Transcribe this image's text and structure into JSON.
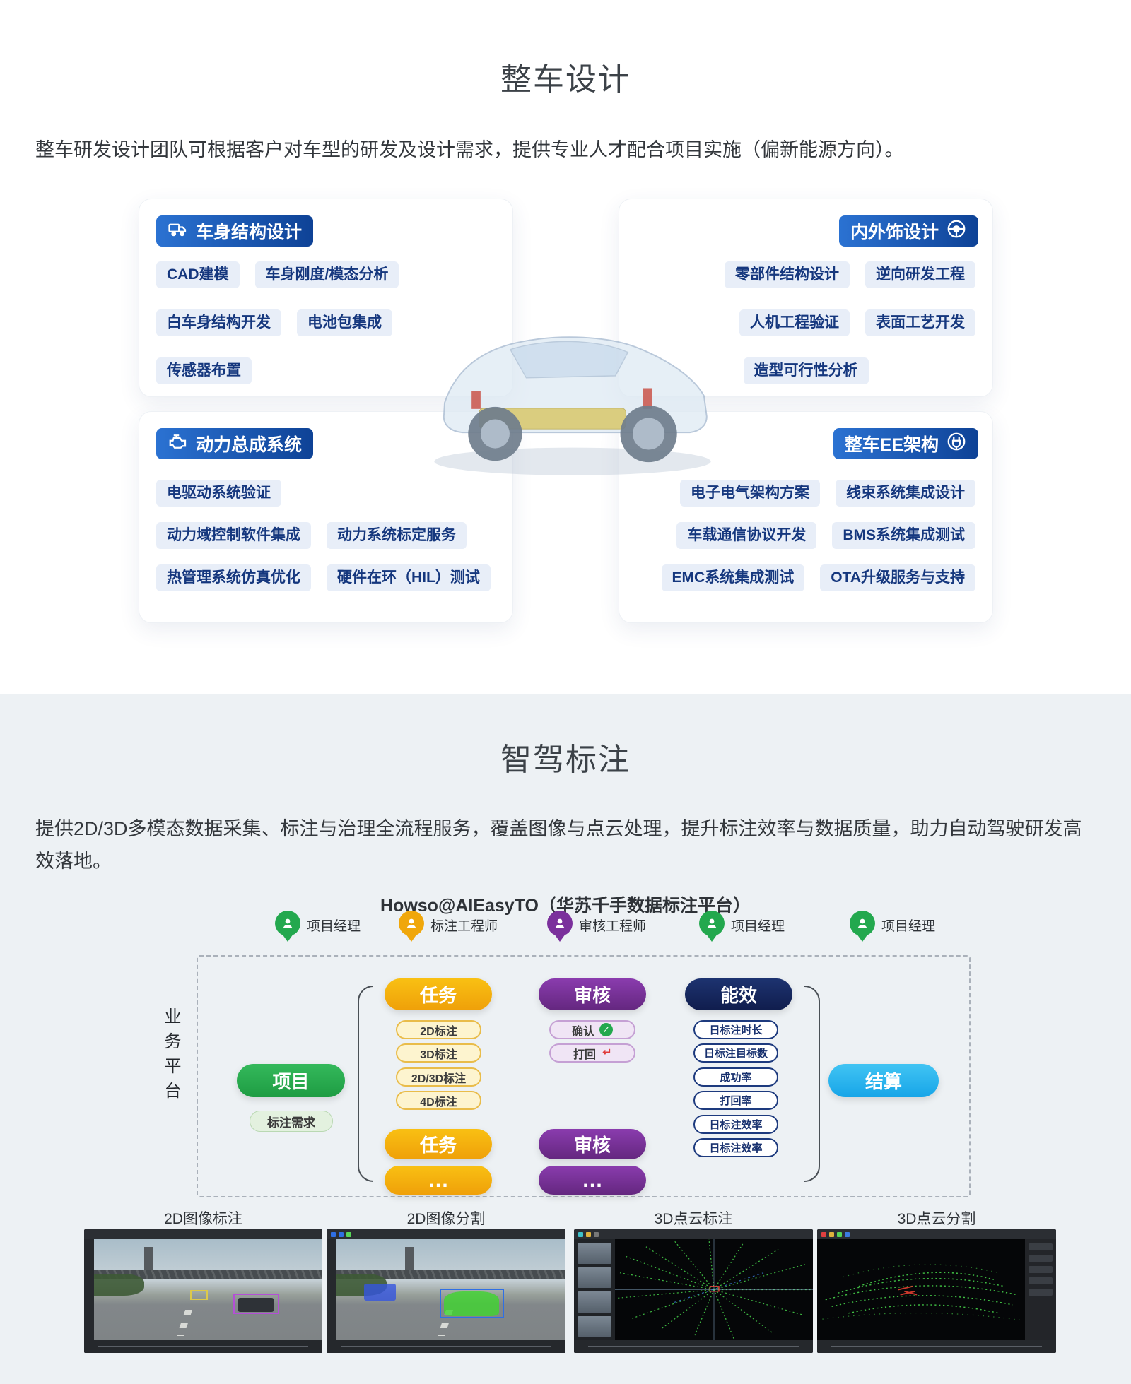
{
  "colors": {
    "header_blue": "#1a56a8",
    "green": "#23a84e",
    "yellow": "#f0a70b",
    "purple": "#7b309c",
    "navy": "#14265c",
    "cyan": "#2ab5ee",
    "section2_bg": "#edf1f4"
  },
  "section_vehicle_design": {
    "title": "整车设计",
    "description": "整车研发设计团队可根据客户对车型的研发及设计需求，提供专业人才配合项目实施（偏新能源方向）。",
    "cards": [
      {
        "title": "车身结构设计",
        "icon": "truck-icon",
        "items": [
          "CAD建模",
          "车身刚度/模态分析",
          "白车身结构开发",
          "电池包集成",
          "传感器布置"
        ]
      },
      {
        "title": "内外饰设计",
        "icon": "steering-wheel-icon",
        "items": [
          "零部件结构设计",
          "逆向研发工程",
          "人机工程验证",
          "表面工艺开发",
          "造型可行性分析"
        ]
      },
      {
        "title": "动力总成系统",
        "icon": "engine-icon",
        "items": [
          "电驱动系统验证",
          "动力域控制软件集成",
          "动力系统标定服务",
          "热管理系统仿真优化",
          "硬件在环（HIL）测试"
        ]
      },
      {
        "title": "整车EE架构",
        "icon": "plug-icon",
        "items": [
          "电子电气架构方案",
          "线束系统集成设计",
          "车载通信协议开发",
          "BMS系统集成测试",
          "EMC系统集成测试",
          "OTA升级服务与支持"
        ]
      }
    ]
  },
  "section_annotation": {
    "title": "智驾标注",
    "description": "提供2D/3D多模态数据采集、标注与治理全流程服务，覆盖图像与点云处理，提升标注效率与数据质量，助力自动驾驶研发高效落地。",
    "platform_title": "Howso@AIEasyTO（华苏千手数据标注平台）",
    "platform_label": "业务平台",
    "roles": [
      {
        "label": "项目经理",
        "color": "#23a84e",
        "icon": "person-pin-icon"
      },
      {
        "label": "标注工程师",
        "color": "#f0a70b",
        "icon": "person-pin-icon"
      },
      {
        "label": "审核工程师",
        "color": "#7b309c",
        "icon": "person-pin-icon"
      },
      {
        "label": "项目经理",
        "color": "#23a84e",
        "icon": "person-pin-icon"
      },
      {
        "label": "项目经理",
        "color": "#23a84e",
        "icon": "person-pin-icon"
      }
    ],
    "flow": {
      "project": "项目",
      "project_sub": "标注需求",
      "task": "任务",
      "task_items": [
        "2D标注",
        "3D标注",
        "2D/3D标注",
        "4D标注"
      ],
      "task2": "任务",
      "task_more": "…",
      "review": "审核",
      "review_items": [
        "确认",
        "打回"
      ],
      "review2": "审核",
      "review_more": "…",
      "efficiency": "能效",
      "efficiency_items": [
        "日标注时长",
        "日标注目标数",
        "成功率",
        "打回率",
        "日标注效率",
        "日标注效率"
      ],
      "settlement": "结算"
    },
    "gallery": [
      {
        "label": "2D图像标注"
      },
      {
        "label": "2D图像分割"
      },
      {
        "label": "3D点云标注"
      },
      {
        "label": "3D点云分割"
      }
    ]
  }
}
